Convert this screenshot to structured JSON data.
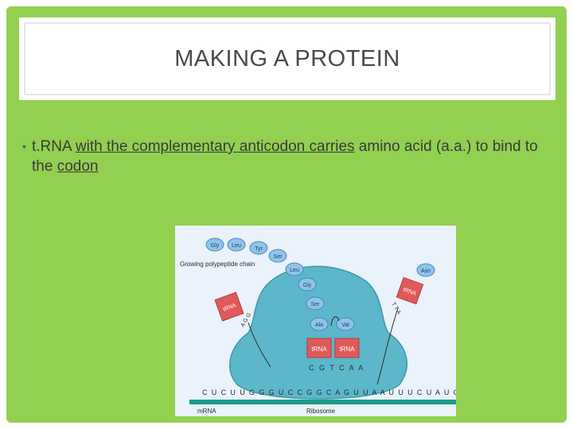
{
  "slide": {
    "title": "MAKING A PROTEIN",
    "bullet": {
      "segments": [
        {
          "text": "t.RNA ",
          "underline": false
        },
        {
          "text": "with the complementary anticodon carries",
          "underline": true
        },
        {
          "text": " amino acid (a.a.) to bind to the ",
          "underline": false
        },
        {
          "text": "codon",
          "underline": true
        }
      ]
    },
    "colors": {
      "background": "#92d050",
      "trna": "#e05a5a",
      "ribosome": "#5bb7c9",
      "aa_bead": "#8fc4ea",
      "mrna": "#1a9a8a"
    }
  },
  "figure": {
    "chain_label": "Growing polypeptide chain",
    "amino_acids": [
      "Gly",
      "Leu",
      "Tyr",
      "Ser",
      "Leu",
      "Gly",
      "Ser",
      "Ala",
      "Val",
      "Asn"
    ],
    "trna_label": "tRNA",
    "trna_left_anticodon": "A G G",
    "trna_right_anticodon": "T T A",
    "codons_top": "C G T C A A",
    "mrna_sequence": "C U C U U G G G U C C G G C A G U U A A U U U C U A U C",
    "mrna_label": "mRNA",
    "ribosome_label": "Ribosome"
  }
}
